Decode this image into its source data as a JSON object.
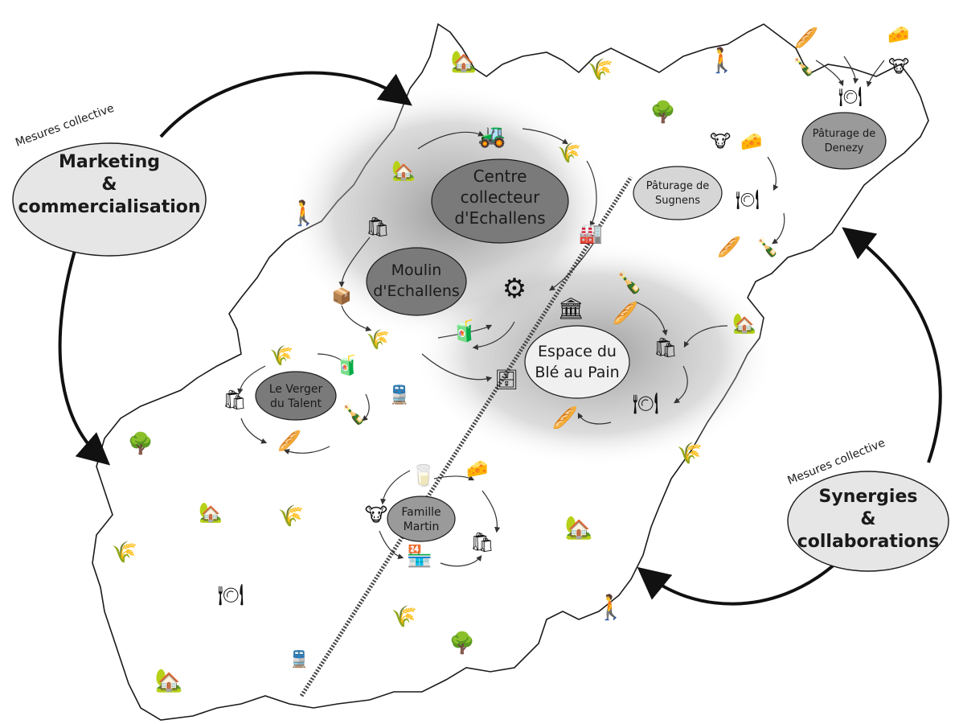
{
  "external_measures": [
    {
      "tag": "Mesures collective",
      "title_lines": [
        "Marketing",
        "&",
        "commercialisation"
      ]
    },
    {
      "tag": "Mesures collective",
      "title_lines": [
        "Synergies",
        "&",
        "collaborations"
      ]
    }
  ],
  "hubs": [
    {
      "lines": [
        "Centre",
        "collecteur",
        "d'Echallens"
      ]
    },
    {
      "lines": [
        "Moulin",
        "d'Echallens"
      ]
    },
    {
      "lines": [
        "Espace du",
        "Blé au Pain"
      ]
    },
    {
      "lines": [
        "Le Verger",
        "du Talent"
      ]
    },
    {
      "lines": [
        "Famille",
        "Martin"
      ]
    },
    {
      "lines": [
        "Pâturage de",
        "Sugnens"
      ]
    },
    {
      "lines": [
        "Pâturage de",
        "Denezy"
      ]
    }
  ],
  "icons": {
    "hiker": "🚶",
    "wheat": "🌾",
    "trees": "🌳",
    "farm": "🏡",
    "tractor": "🚜",
    "cow": "🐮",
    "cheese": "🧀",
    "table": "🍽",
    "bread": "🥖",
    "bag": "🛍",
    "silo": "🏭",
    "windmill": "⚙",
    "train": "🚆",
    "museum": "🏛",
    "market": "🏪",
    "milk": "🥛",
    "flour": "🌾",
    "box": "📦",
    "cider": "🧃",
    "bottles": "🍾",
    "fridge": "🗄"
  },
  "colors": {
    "hub_dark": "#7a7a7a",
    "hub_mid": "#b8b8b8",
    "hub_light": "#f0f0f0",
    "measure_fill": "#e6e6e6",
    "shade": "#9a9a9a",
    "outline": "#1a1a1a"
  }
}
